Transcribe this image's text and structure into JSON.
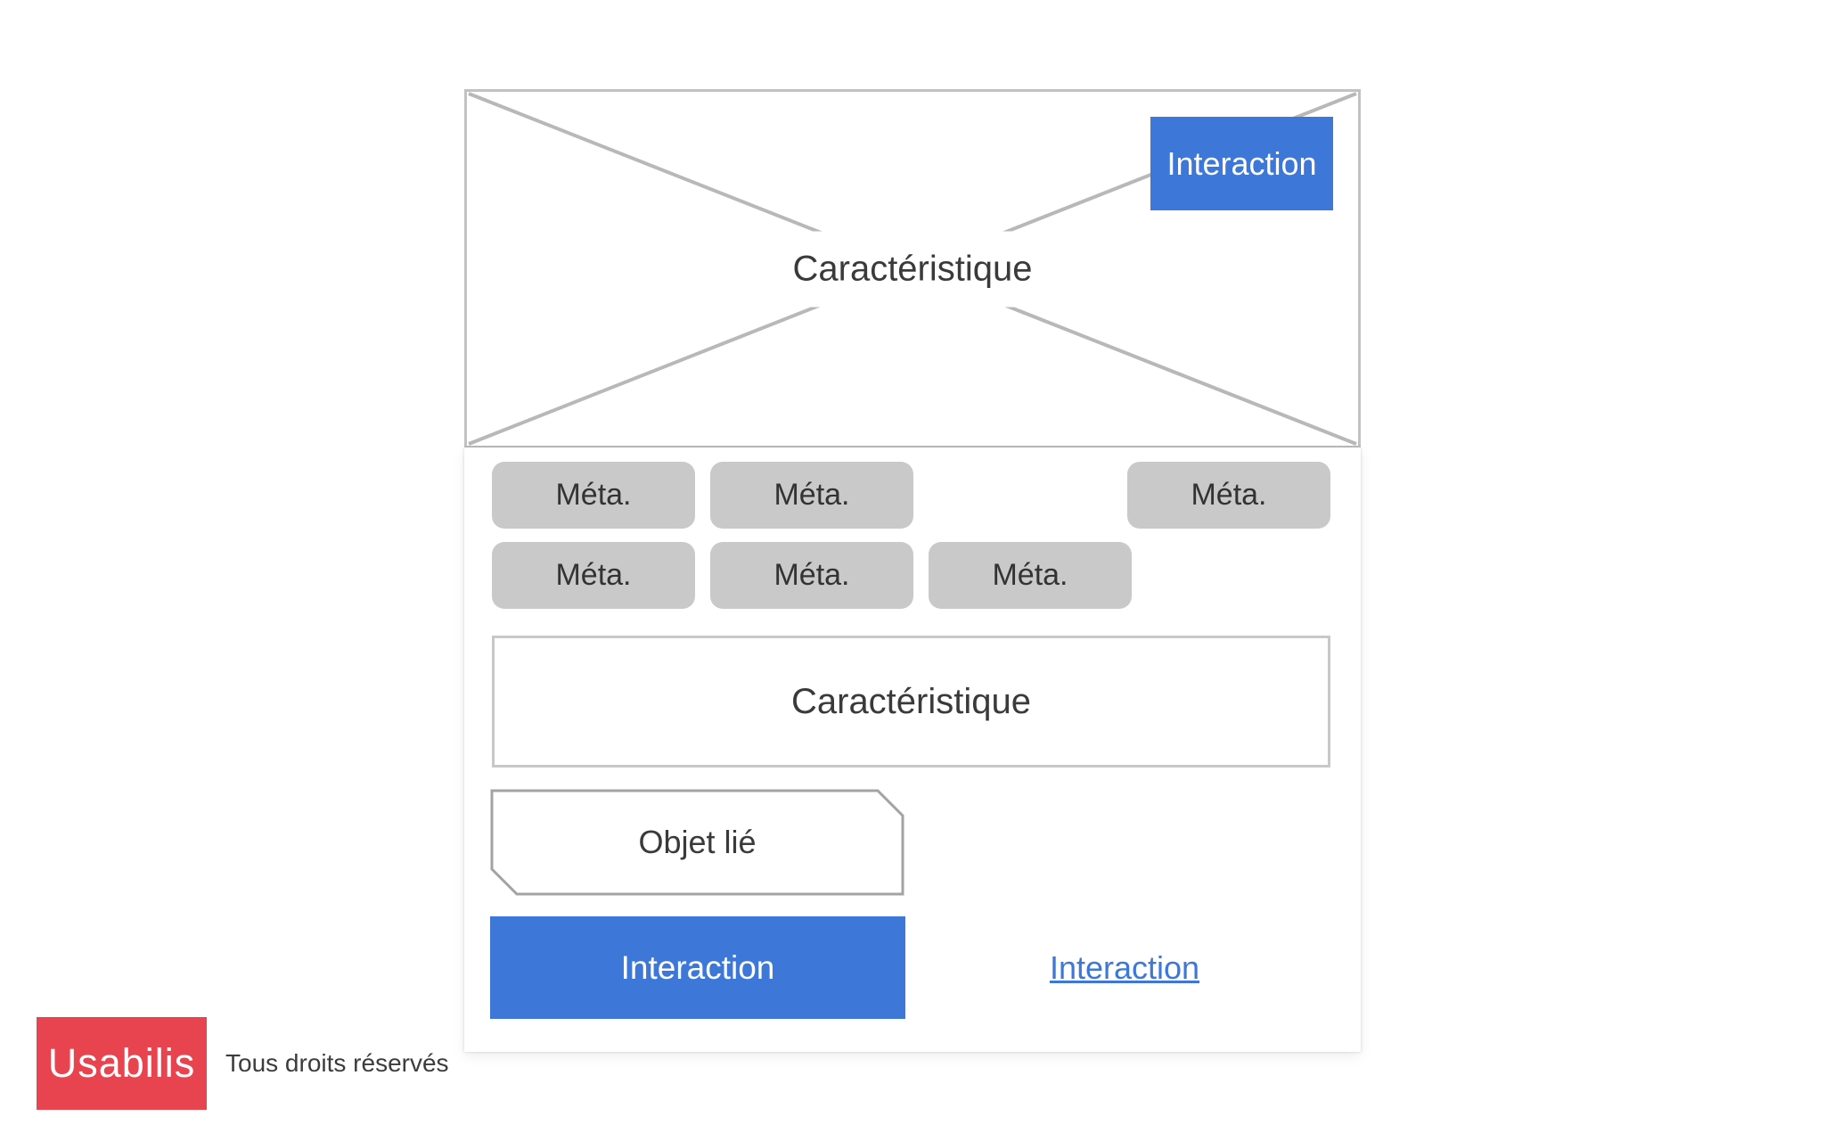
{
  "colors": {
    "blue": "#3d78d8",
    "chip_gray": "#c9c9c9",
    "border_gray": "#c2c2c2",
    "line_gray": "#b8b8b8",
    "text_dark": "#3a3a3a",
    "objet_border": "#a3a3a3",
    "logo_red": "#e8444f",
    "copyright": "#3c3c3c"
  },
  "image_placeholder": {
    "label": "Caractéristique",
    "button_label": "Interaction"
  },
  "meta_chips": {
    "row1": [
      "Méta.",
      "Méta.",
      "Méta."
    ],
    "row2": [
      "Méta.",
      "Méta.",
      "Méta."
    ]
  },
  "feature_box": {
    "label": "Caractéristique"
  },
  "linked_object": {
    "label": "Objet lié"
  },
  "actions": {
    "primary_button_label": "Interaction",
    "link_label": "Interaction"
  },
  "footer": {
    "logo_text": "Usabilis",
    "rights_text": "Tous droits réservés"
  }
}
